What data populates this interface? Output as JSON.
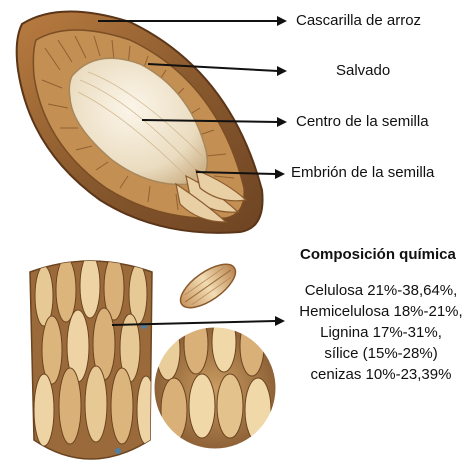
{
  "labels": {
    "husk": "Cascarilla de arroz",
    "bran": "Salvado",
    "center": "Centro de la semilla",
    "embryo": "Embrión de la semilla"
  },
  "composition": {
    "title": "Composición química",
    "items": [
      "Celulosa 21%-38,64%,",
      "Hemicelulosa 18%-21%,",
      "Lignina 17%-31%,",
      "sílice (15%-28%)",
      "cenizas 10%-23,39%"
    ]
  },
  "colors": {
    "husk_dark": "#8a5a2e",
    "husk_light": "#d9b07a",
    "grain_light": "#efe2c8",
    "arrow": "#111111"
  }
}
